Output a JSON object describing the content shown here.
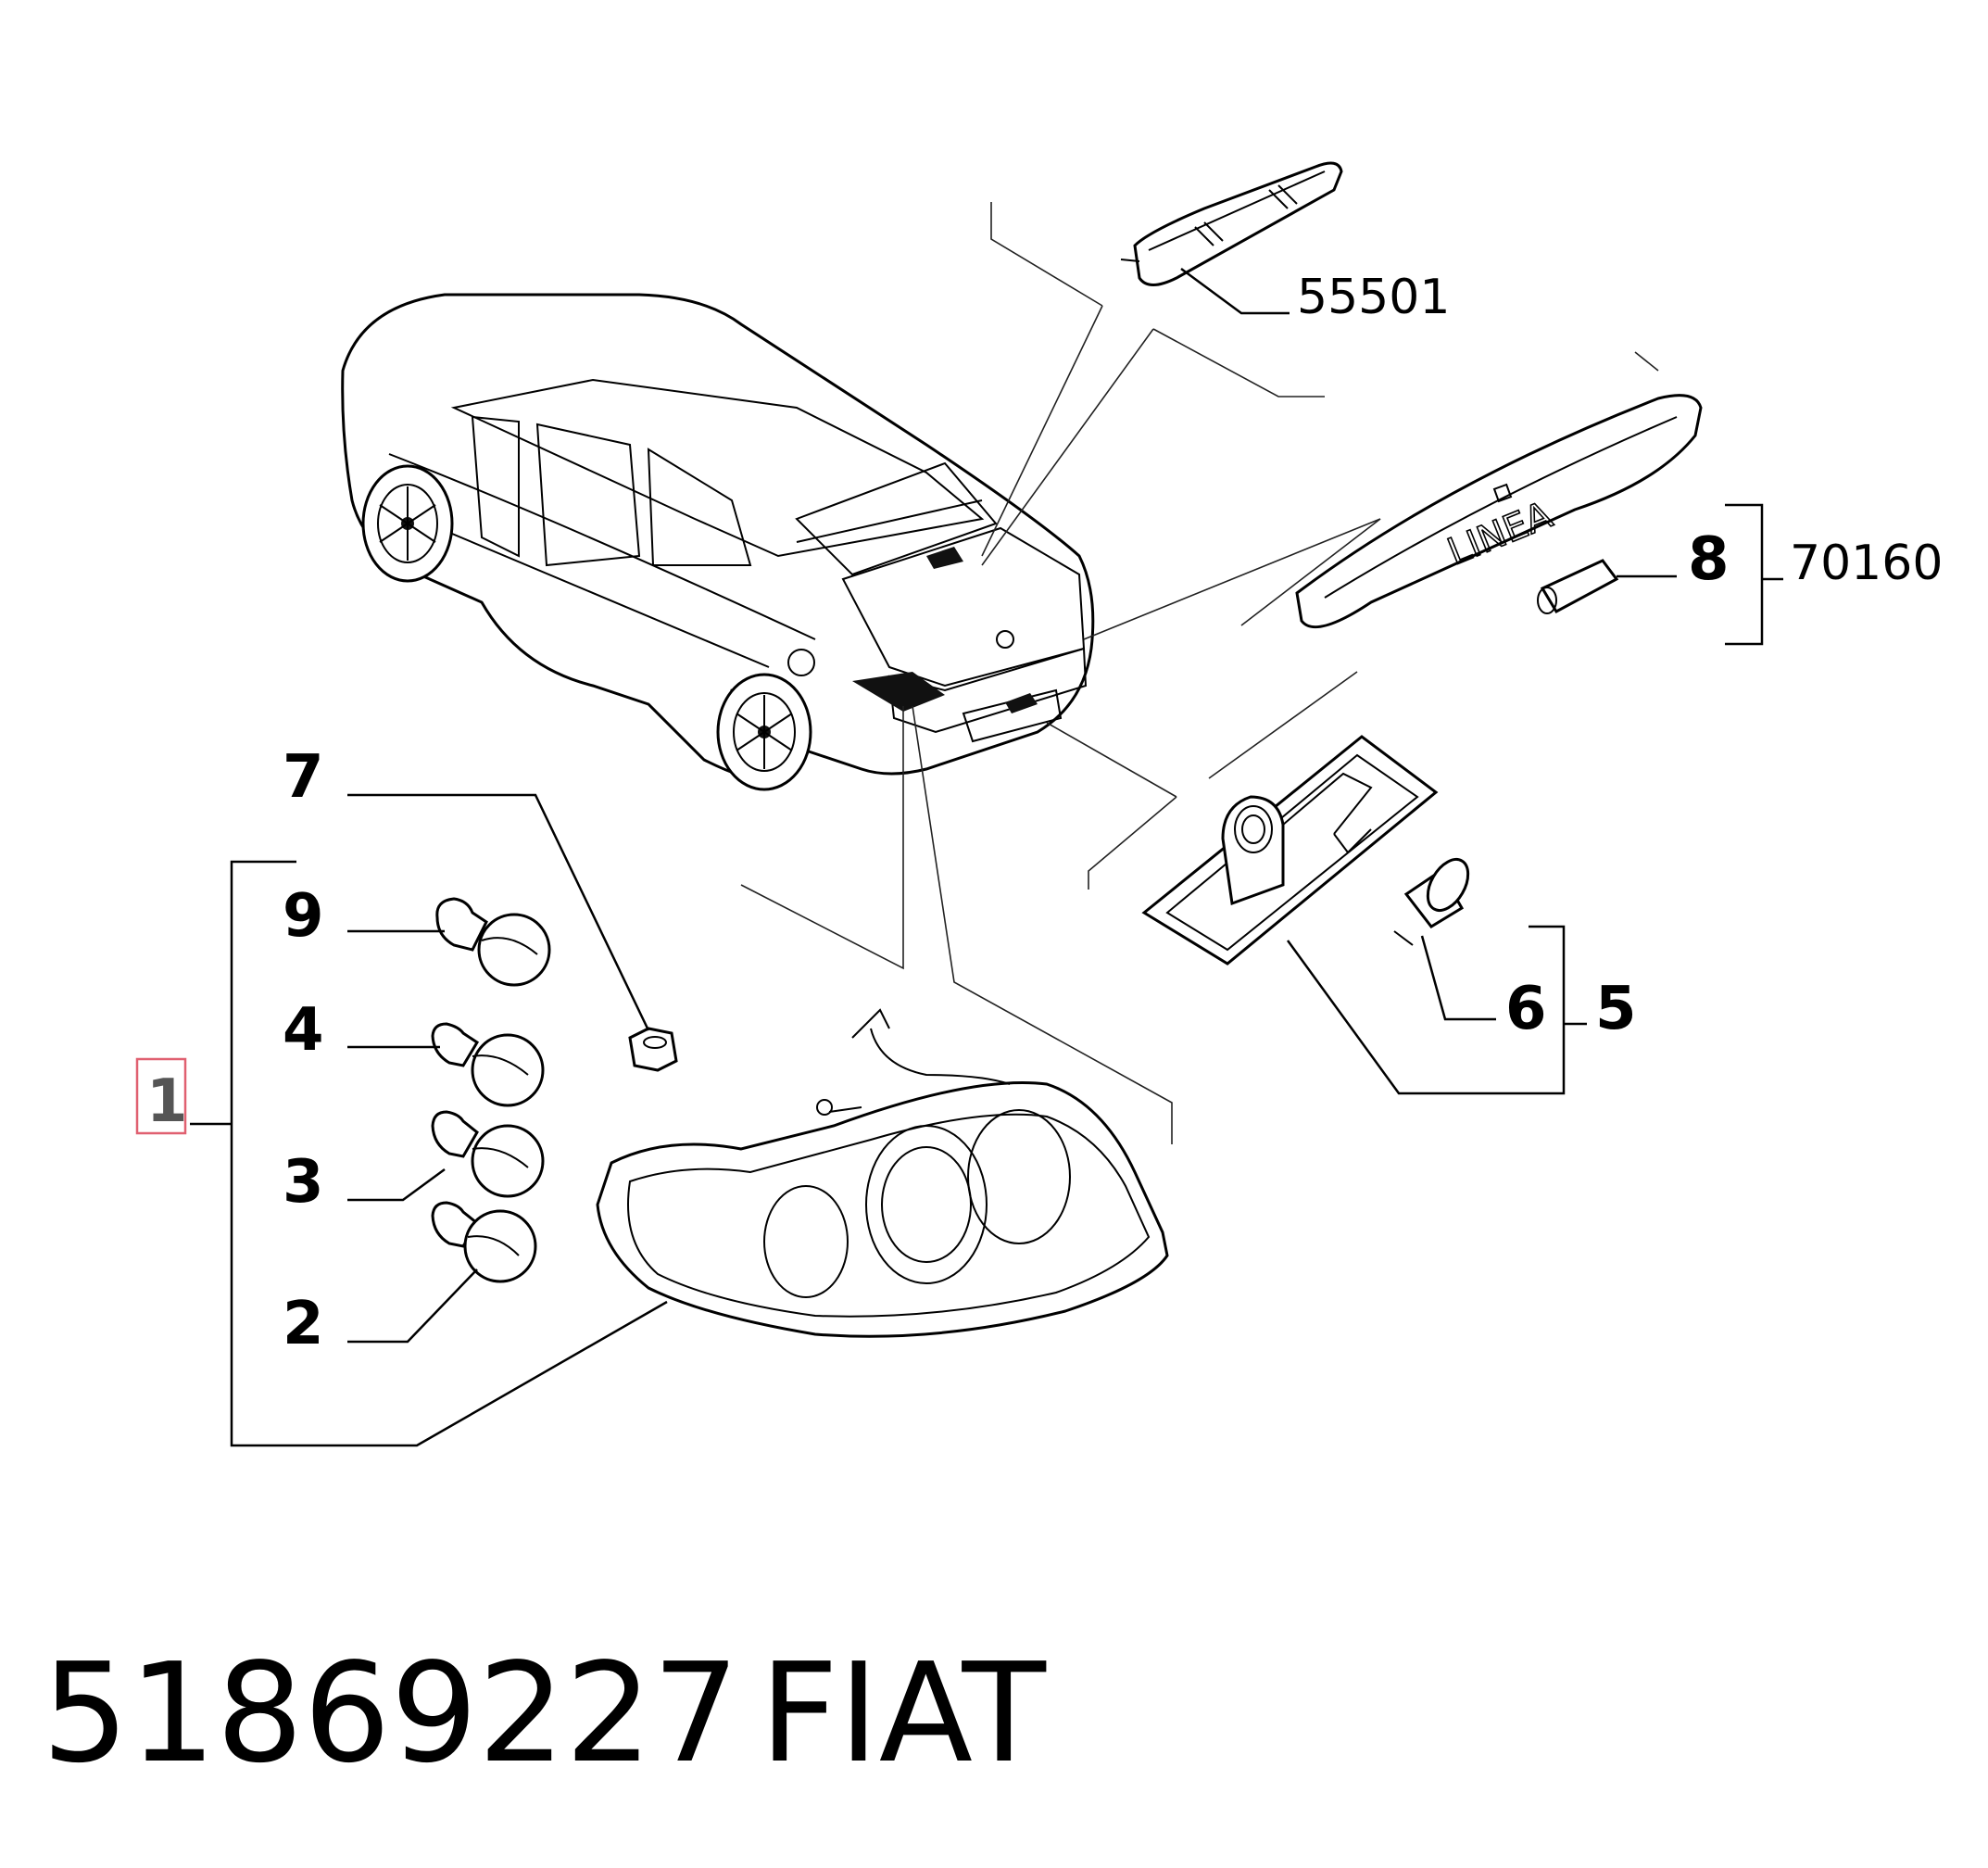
{
  "callouts": {
    "c1": "1",
    "c2": "2",
    "c3": "3",
    "c4": "4",
    "c5": "5",
    "c6": "6",
    "c7": "7",
    "c8": "8",
    "c9": "9",
    "ref_third_stop": "55501",
    "ref_trunk_trim": "70160"
  },
  "badge_text": "LINEA",
  "footer": {
    "part_number": "51869227",
    "brand": "FIAT"
  },
  "colors": {
    "line": "#000000",
    "highlight": "#e06070"
  },
  "highlighted_callout": "1"
}
